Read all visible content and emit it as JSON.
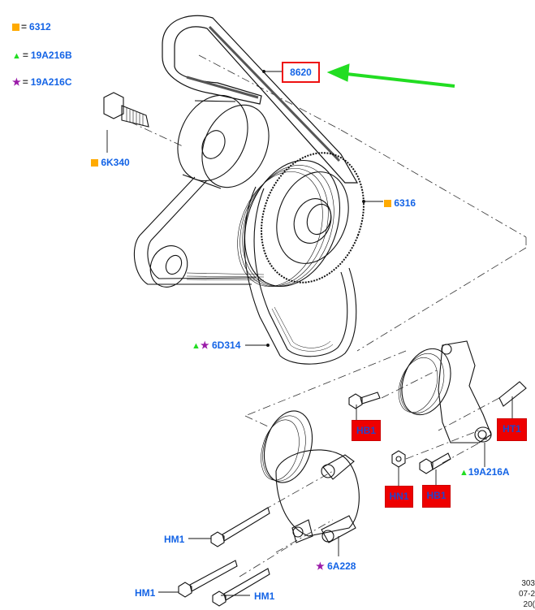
{
  "legend": [
    {
      "symbol": "square",
      "color": "#ffaa00",
      "equals": "=",
      "part": "6312"
    },
    {
      "symbol": "triangle",
      "color": "#22dd22",
      "equals": "=",
      "part": "19A216B"
    },
    {
      "symbol": "star",
      "color": "#9a1aa8",
      "equals": "=",
      "part": "19A216C"
    }
  ],
  "symbols": {
    "square": "■",
    "triangle": "▲",
    "star": "★"
  },
  "callouts": {
    "belt_highlight": {
      "part": "8620",
      "box_color": "#ee1111",
      "arrow_color": "#22dd22"
    },
    "bolt_6k340": {
      "part": "6K340"
    },
    "pulley_6316": {
      "part": "6316"
    },
    "belt_6d314": {
      "part": "6D314"
    },
    "bracket_19a216a": {
      "part": "19A216A"
    },
    "tensioner_6a228": {
      "part": "6A228"
    },
    "hm1_top": {
      "part": "HM1"
    },
    "hm1_bottom_left": {
      "part": "HM1"
    },
    "hm1_bottom_right": {
      "part": "HM1"
    }
  },
  "red_labels": [
    {
      "id": "hb1-upper",
      "part": "HB1"
    },
    {
      "id": "ht1",
      "part": "HT1"
    },
    {
      "id": "hn1",
      "part": "HN1"
    },
    {
      "id": "hb1-lower",
      "part": "HB1"
    }
  ],
  "red_label_color": "#ee0000",
  "reference": {
    "line1": "303",
    "line2": "07-2",
    "line3": "20("
  }
}
